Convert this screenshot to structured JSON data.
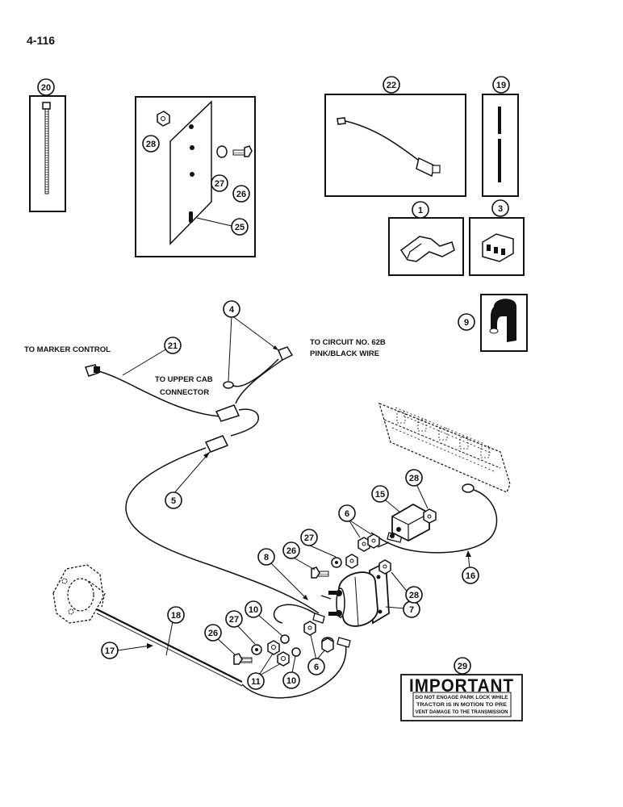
{
  "page": {
    "number": "4-116"
  },
  "labels": {
    "marker_control": "TO MARKER CONTROL",
    "circuit_line1": "TO CIRCUIT NO. 62B",
    "circuit_line2": "PINK/BLACK WIRE",
    "upper_cab_line1": "TO UPPER CAB",
    "upper_cab_line2": "CONNECTOR"
  },
  "callouts": {
    "c20": "20",
    "c28a": "28",
    "c27a": "27",
    "c26a": "26",
    "c25": "25",
    "c22": "22",
    "c19": "19",
    "c1": "1",
    "c3": "3",
    "c9": "9",
    "c4": "4",
    "c21": "21",
    "c5": "5",
    "c15": "15",
    "c28b": "28",
    "c6a": "6",
    "c27b": "27",
    "c26b": "26",
    "c8": "8",
    "c16": "16",
    "c28c": "28",
    "c7": "7",
    "c18": "18",
    "c10a": "10",
    "c27c": "27",
    "c26c": "26",
    "c17": "17",
    "c11": "11",
    "c10b": "10",
    "c6b": "6",
    "c29": "29"
  },
  "important_decal": {
    "title": "IMPORTANT",
    "line1": "DO NOT ENGAGE PARK LOCK WHILE",
    "line2": "TRACTOR IS IN MOTION TO PRE",
    "line3": "VENT DAMAGE TO THE TRANSMISSION"
  }
}
